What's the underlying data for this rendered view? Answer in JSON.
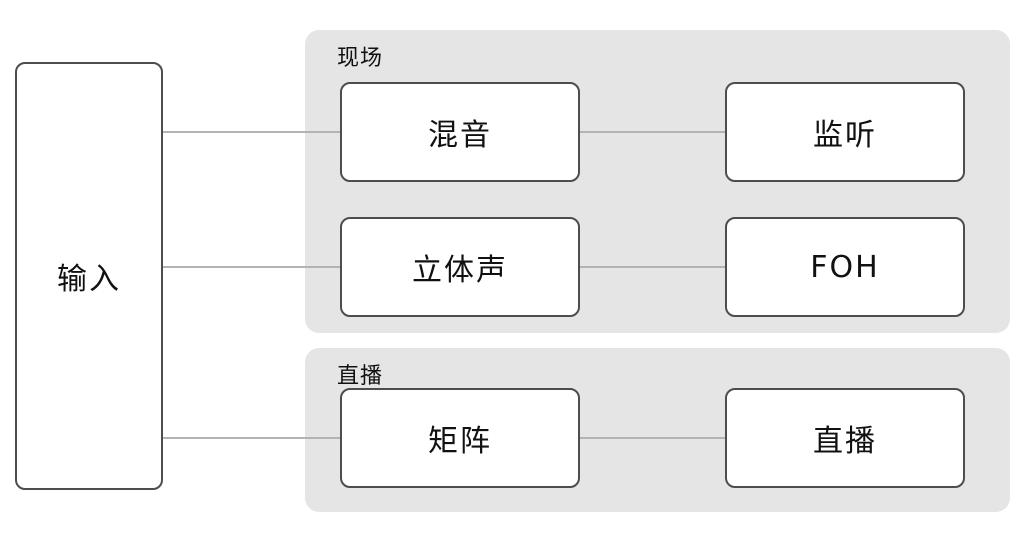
{
  "diagram": {
    "input_node": {
      "label": "输入"
    },
    "groups": [
      {
        "label": "现场",
        "nodes": [
          {
            "id": "mix",
            "label": "混音"
          },
          {
            "id": "monitor",
            "label": "监听"
          },
          {
            "id": "stereo",
            "label": "立体声"
          },
          {
            "id": "foh",
            "label": "FOH"
          }
        ]
      },
      {
        "label": "直播",
        "nodes": [
          {
            "id": "matrix",
            "label": "矩阵"
          },
          {
            "id": "stream",
            "label": "直播"
          }
        ]
      }
    ],
    "edges": [
      {
        "from": "输入",
        "to": "混音"
      },
      {
        "from": "混音",
        "to": "监听"
      },
      {
        "from": "输入",
        "to": "立体声"
      },
      {
        "from": "立体声",
        "to": "FOH"
      },
      {
        "from": "输入",
        "to": "矩阵"
      },
      {
        "from": "矩阵",
        "to": "直播"
      }
    ],
    "colors": {
      "group_background": "#e5e5e5",
      "node_border": "#4d4d4d",
      "connector": "#b3b3b3",
      "text": "#111111",
      "page_background": "#ffffff"
    }
  }
}
